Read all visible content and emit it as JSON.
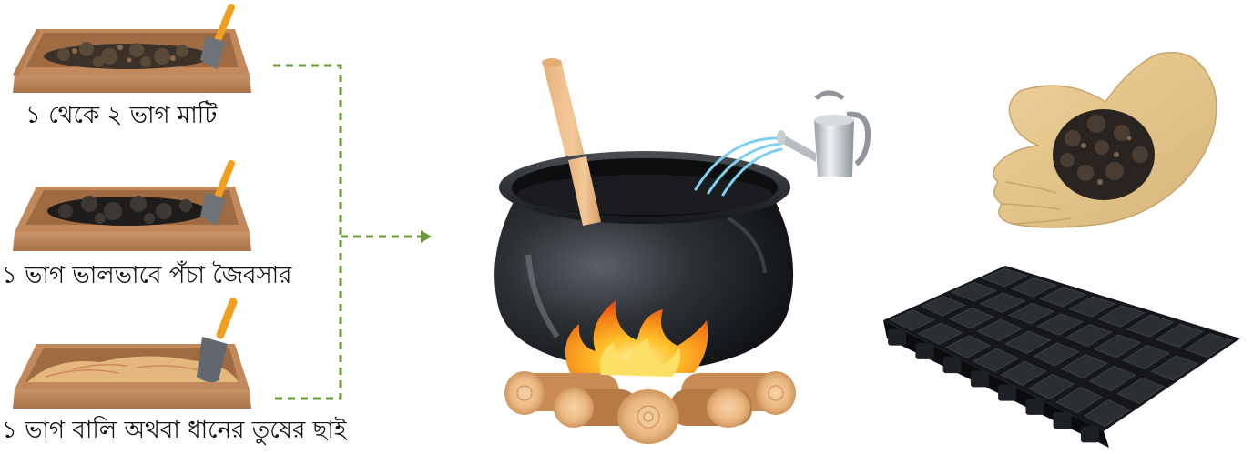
{
  "ingredients": [
    {
      "label": "১ থেকে ২ ভাগ মাটি"
    },
    {
      "label": "১ ভাগ ভালভাবে পঁচা জৈবসার"
    },
    {
      "label": "১ ভাগ বালি অথবা ধানের তুষের ছাই"
    }
  ],
  "colors": {
    "tray_wood": "#b8835a",
    "connector": "#6a9a3a",
    "pot": "#1f2226",
    "flame": "#f59a1c"
  },
  "icons": [
    "soil-tray-icon",
    "compost-tray-icon",
    "sand-tray-icon",
    "trowel-icon",
    "cooking-pot-icon",
    "campfire-icon",
    "watering-can-icon",
    "hand-holding-soil-icon",
    "seedling-tray-icon"
  ]
}
